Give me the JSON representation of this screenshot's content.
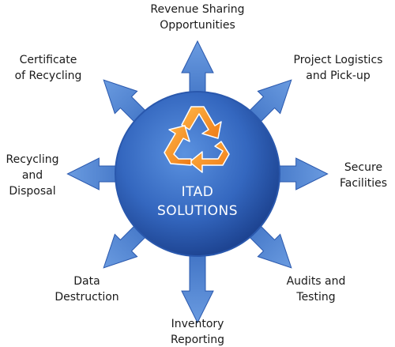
{
  "center": {
    "line1": "ITAD",
    "line2": "SOLUTIONS"
  },
  "icon": "recycle-icon",
  "colors": {
    "arrow_light": "#5a8fd6",
    "arrow_dark": "#1f4a9c",
    "circle_light": "#4a84d8",
    "circle_dark": "#1a3f8f",
    "recycle_orange": "#f39a2b",
    "label_text": "#1a1a1a",
    "center_text": "#ffffff"
  },
  "items": [
    {
      "id": "revenue",
      "lines": [
        "Revenue Sharing",
        "Opportunities"
      ]
    },
    {
      "id": "logistics",
      "lines": [
        "Project Logistics",
        "and Pick-up"
      ]
    },
    {
      "id": "secure",
      "lines": [
        "Secure",
        "Facilities"
      ]
    },
    {
      "id": "audits",
      "lines": [
        "Audits and",
        "Testing"
      ]
    },
    {
      "id": "inventory",
      "lines": [
        "Inventory",
        "Reporting"
      ]
    },
    {
      "id": "destruction",
      "lines": [
        "Data",
        "Destruction"
      ]
    },
    {
      "id": "recycling",
      "lines": [
        "Recycling",
        "and",
        "Disposal"
      ]
    },
    {
      "id": "certificate",
      "lines": [
        "Certificate",
        "of Recycling"
      ]
    }
  ]
}
